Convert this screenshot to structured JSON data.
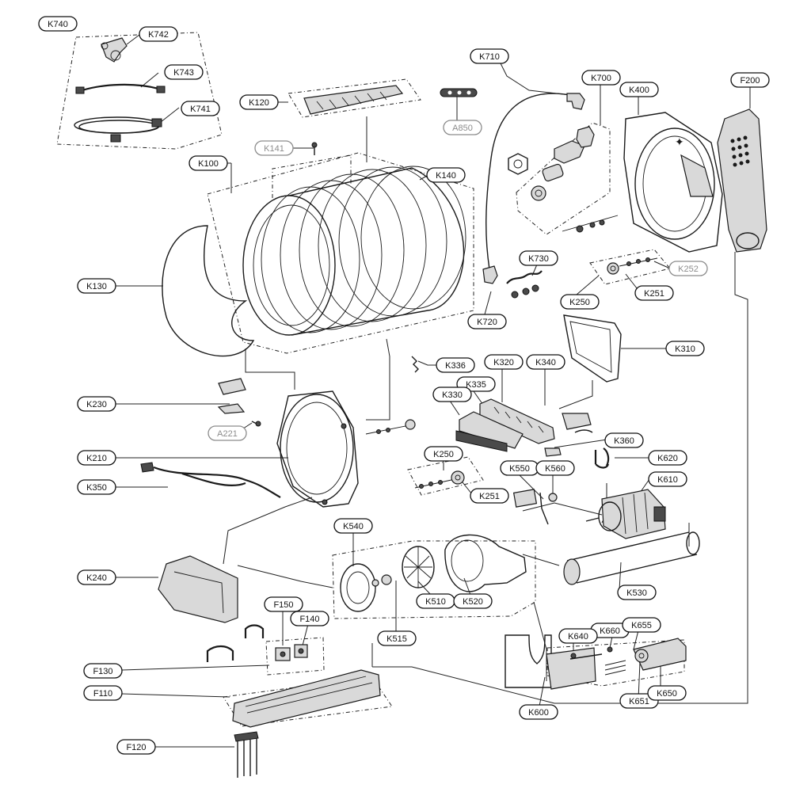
{
  "labels": {
    "K740": "K740",
    "K742": "K742",
    "K743": "K743",
    "K741": "K741",
    "K120": "K120",
    "A850": "A850",
    "K710": "K710",
    "K700": "K700",
    "K400": "K400",
    "F200": "F200",
    "K141": "K141",
    "K100": "K100",
    "K140": "K140",
    "K130": "K130",
    "K730": "K730",
    "K252": "K252",
    "K251a": "K251",
    "K250a": "K250",
    "K720": "K720",
    "K310": "K310",
    "K336": "K336",
    "K320": "K320",
    "K340": "K340",
    "K335": "K335",
    "K330": "K330",
    "K230": "K230",
    "A221": "A221",
    "K360": "K360",
    "K250b": "K250",
    "K210": "K210",
    "K620": "K620",
    "K350": "K350",
    "K550": "K550",
    "K560": "K560",
    "K251b": "K251",
    "K610": "K610",
    "K540": "K540",
    "K240": "K240",
    "K510": "K510",
    "K520": "K520",
    "K530": "K530",
    "K515": "K515",
    "F150": "F150",
    "F140": "F140",
    "K660": "K660",
    "K655": "K655",
    "K640": "K640",
    "F130": "F130",
    "F110": "F110",
    "K651": "K651",
    "K650": "K650",
    "K600": "K600",
    "F120": "F120"
  },
  "colors": {
    "label_border": "#111111",
    "label_border_muted": "#8c8c8c",
    "line": "#222222",
    "background": "#ffffff"
  }
}
